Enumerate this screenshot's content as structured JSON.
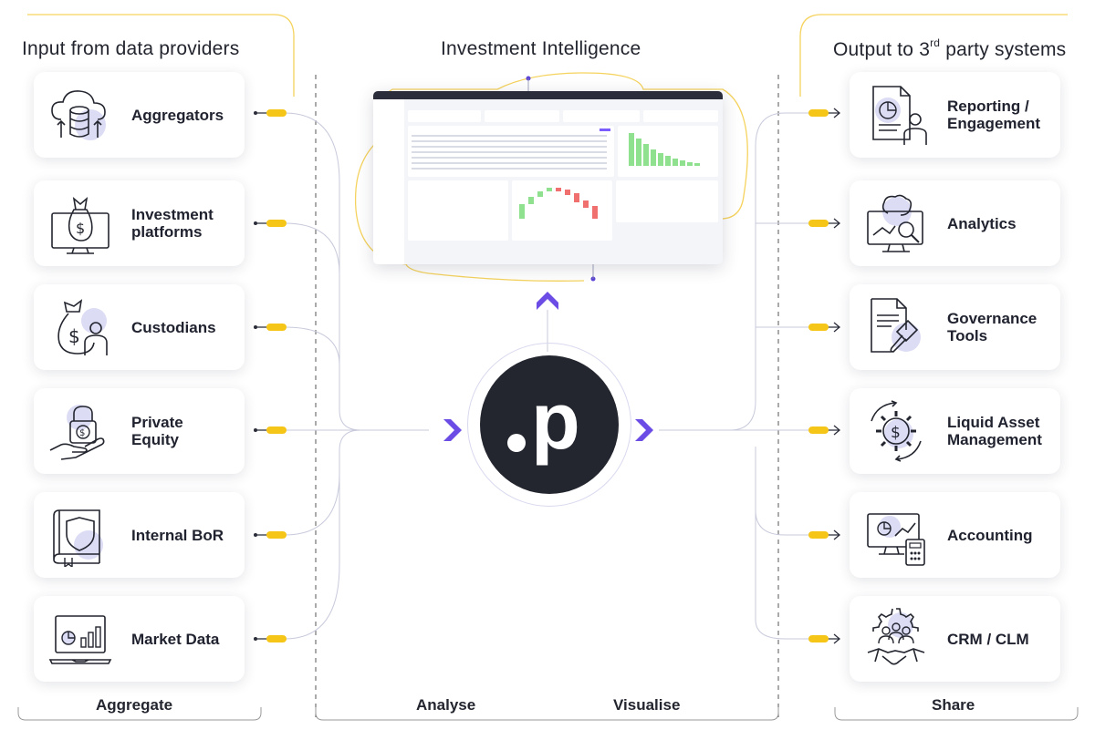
{
  "headings": {
    "input": "Input from data providers",
    "middle": "Investment Intelligence",
    "output_pre": "Output to 3",
    "output_sup": "rd",
    "output_post": " party systems"
  },
  "inputs": [
    {
      "label": "Aggregators",
      "icon": "cloud-database-icon"
    },
    {
      "label": "Investment platforms",
      "icon": "monitor-money-bag-icon"
    },
    {
      "label": "Custodians",
      "icon": "money-bag-person-icon"
    },
    {
      "label": "Private Equity",
      "icon": "hand-padlock-icon"
    },
    {
      "label": "Internal BoR",
      "icon": "book-shield-icon"
    },
    {
      "label": "Market Data",
      "icon": "laptop-chart-icon"
    }
  ],
  "outputs": [
    {
      "label": "Reporting / Engagement",
      "icon": "report-person-icon"
    },
    {
      "label": "Analytics",
      "icon": "brain-analytics-icon"
    },
    {
      "label": "Governance Tools",
      "icon": "document-gavel-icon"
    },
    {
      "label": "Liquid Asset Management",
      "icon": "gear-dollar-icon"
    },
    {
      "label": "Accounting",
      "icon": "monitor-calculator-icon"
    },
    {
      "label": "CRM / CLM",
      "icon": "team-handshake-icon"
    }
  ],
  "bottom": {
    "aggregate": "Aggregate",
    "analyse": "Analyse",
    "visualise": "Visualise",
    "share": "Share"
  },
  "logo": {
    "text": "p",
    "icon": "dot-p-logo-icon"
  },
  "colors": {
    "accent_purple": "#7b5cff",
    "connector_yellow": "#f5c518",
    "icon_tint": "#dcdcf5",
    "dark": "#23252f"
  }
}
